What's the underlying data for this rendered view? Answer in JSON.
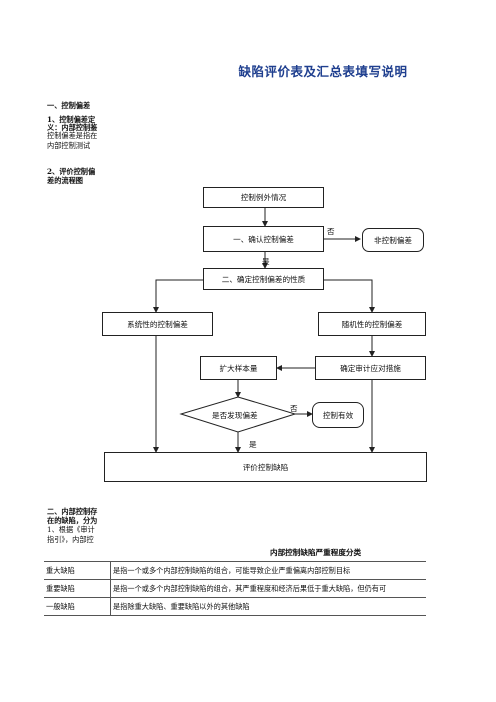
{
  "doc": {
    "title": "缺陷评价表及汇总表填写说明",
    "section1": {
      "heading": "一、控制偏差",
      "sub1_line1": "1、控制偏差定",
      "sub1_line2": "义：内部控制鉴",
      "sub1_line3": "控制偏差是指在",
      "sub1_line4": "内部控制测试",
      "sub2_line1": "2、评价控制偏",
      "sub2_line2": "差的流程图"
    },
    "flow": {
      "start": "控制例外情况",
      "confirm": "一、确认控制偏差",
      "non_deviation": "非控制偏差",
      "no_label_1": "否",
      "yes_label_1": "是",
      "nature": "二、确定控制偏差的性质",
      "systematic": "系统性的控制偏差",
      "random": "随机性的控制偏差",
      "expand": "扩大样本量",
      "audit": "确定审计应对措施",
      "decision": "是否发现偏差",
      "no_label_2": "否",
      "effective": "控制有效",
      "yes_label_2": "是",
      "evaluate": "评价控制缺陷"
    },
    "section2": {
      "line1": "二、内部控制存",
      "line2": "在的缺陷，分为",
      "line3": "1、根据《审计",
      "line4": "指引》，内部控"
    },
    "table": {
      "caption": "内部控制缺陷严重程度分类",
      "rows": [
        {
          "level": "重大缺陷",
          "desc": "是指一个或多个内部控制缺陷的组合，可能导致企业严重偏离内部控制目标"
        },
        {
          "level": "重要缺陷",
          "desc": "是指一个或多个内部控制缺陷的组合，其严重程度和经济后果低于重大缺陷，但仍有可"
        },
        {
          "level": "一般缺陷",
          "desc": "是指除重大缺陷、重要缺陷以外的其他缺陷"
        }
      ]
    }
  }
}
